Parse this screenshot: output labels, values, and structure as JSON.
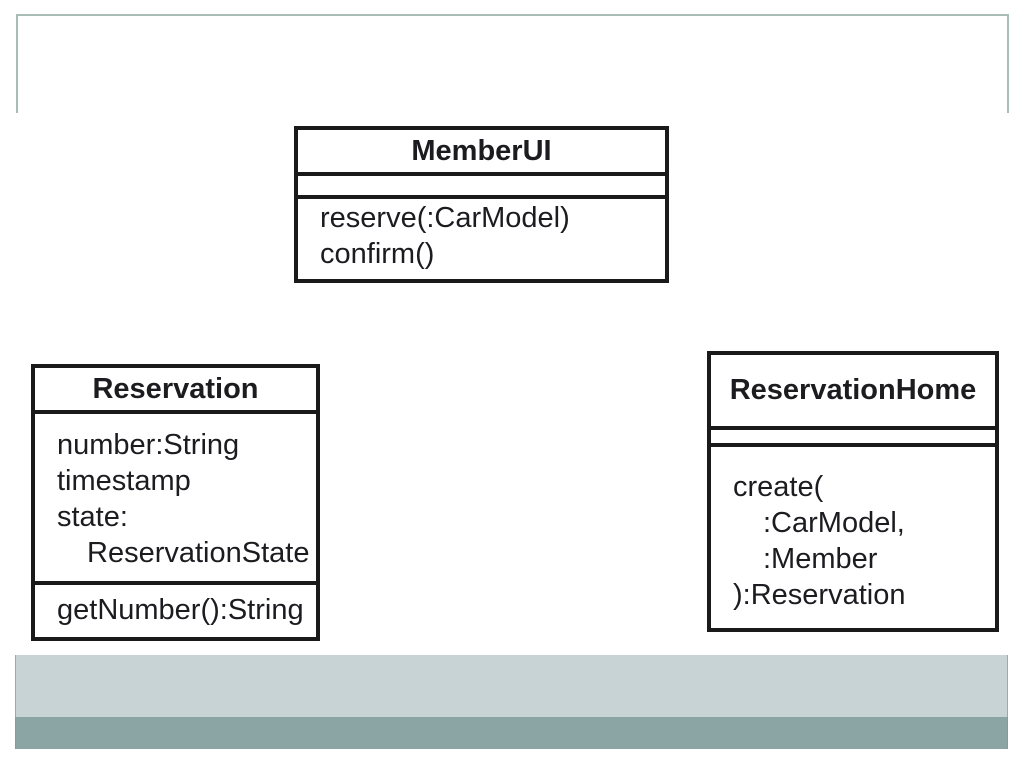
{
  "slide": {
    "background_color": "#ffffff",
    "frame_border_color": "#a8bcb8",
    "uml_border_color": "#1a1a1a",
    "text_color": "#1c1c20",
    "footer": {
      "light_band_color": "#c8d3d5",
      "dark_band_color": "#8aa5a4"
    }
  },
  "diagram": {
    "type": "uml-class-diagram",
    "classes": [
      {
        "name": "MemberUI",
        "attributes": [],
        "methods": [
          "reserve(:CarModel)",
          "confirm()"
        ]
      },
      {
        "name": "Reservation",
        "attributes": [
          "number:String",
          "timestamp",
          "state:",
          "ReservationState"
        ],
        "methods": [
          "getNumber():String"
        ]
      },
      {
        "name": "ReservationHome",
        "attributes": [],
        "methods": [
          "create(",
          ":CarModel,",
          ":Member",
          "):Reservation"
        ]
      }
    ]
  }
}
